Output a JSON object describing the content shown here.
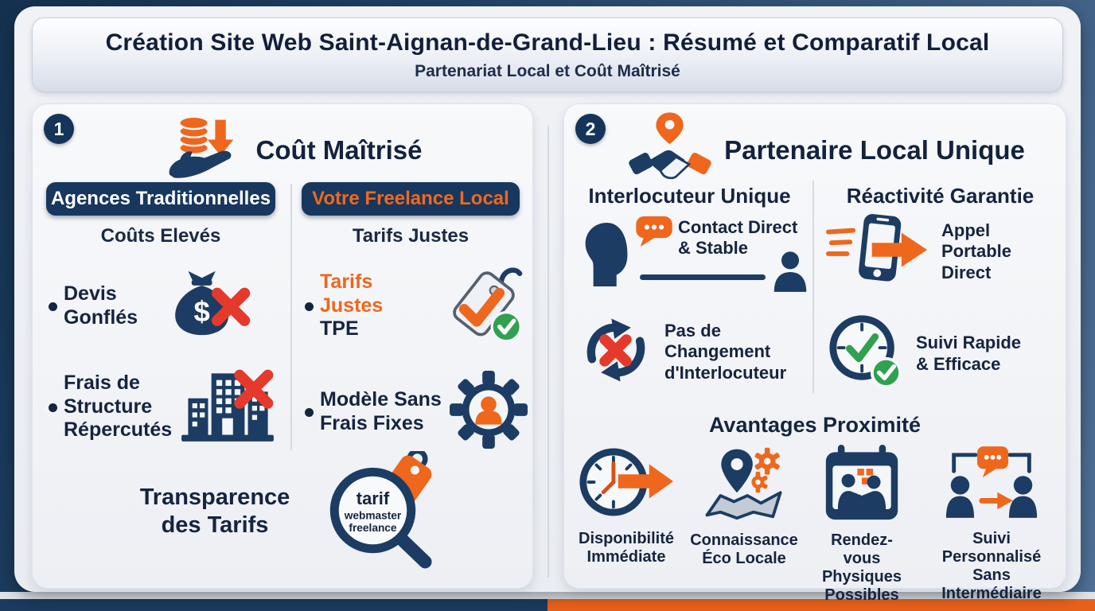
{
  "header": {
    "title": "Création Site Web Saint-Aignan-de-Grand-Lieu : Résumé et Comparatif Local",
    "subtitle": "Partenariat Local et Coût Maîtrisé"
  },
  "colors": {
    "navy": "#1c3c63",
    "dark_text": "#15243f",
    "orange": "#ee671d",
    "red": "#e5392c",
    "green": "#2fa14f",
    "panel_bg": "#f3f4f8",
    "outer_bg": "#2a4a6e"
  },
  "panel1": {
    "badge": "1",
    "title": "Coût Maîtrisé",
    "title_icon": "coins-hand-icon",
    "columns": [
      {
        "pill": "Agences Traditionnelles",
        "subtitle": "Coûts Elevés",
        "items": [
          {
            "text": "Devis Gonflés",
            "icon": "money-bag-x-icon"
          },
          {
            "text": "Frais de Structure Répercutés",
            "icon": "building-x-icon"
          }
        ]
      },
      {
        "pill": "Votre Freelance Local",
        "subtitle": "Tarifs Justes",
        "items": [
          {
            "text_primary": "Tarifs Justes",
            "text_secondary": "TPE",
            "icon": "price-tag-check-icon"
          },
          {
            "text": "Modèle Sans Frais Fixes",
            "icon": "gear-person-icon"
          }
        ]
      }
    ],
    "footer": {
      "text": "Transparence des Tarifs",
      "icon": "magnifier-tag-icon",
      "magnifier_lines": [
        "tarif",
        "webmaster",
        "freelance"
      ]
    }
  },
  "panel2": {
    "badge": "2",
    "title": "Partenaire Local Unique",
    "title_icon": "handshake-pin-icon",
    "sections": [
      {
        "heading": "Interlocuteur Unique",
        "items": [
          {
            "text": "Contact Direct & Stable",
            "icon": "head-chat-person-icon"
          },
          {
            "text": "Pas de Changement d'Interlocuteur",
            "icon": "cycle-x-icon"
          }
        ]
      },
      {
        "heading": "Réactivité Garantie",
        "items": [
          {
            "text": "Appel Portable Direct",
            "icon": "phone-arrow-icon"
          },
          {
            "text": "Suivi Rapide & Efficace",
            "icon": "clock-check-icon"
          }
        ]
      }
    ],
    "footer": {
      "heading": "Avantages Proximité",
      "items": [
        {
          "label": "Disponibilité Immédiate",
          "icon": "clock-arrow-icon"
        },
        {
          "label": "Connaissance Éco Locale",
          "icon": "map-pin-gears-icon"
        },
        {
          "label": "Rendez-vous Physiques Possibles",
          "icon": "calendar-handshake-icon"
        },
        {
          "label": "Suivi Personnalisé Sans Intermédiaire",
          "icon": "people-chat-arrow-icon"
        }
      ]
    }
  }
}
